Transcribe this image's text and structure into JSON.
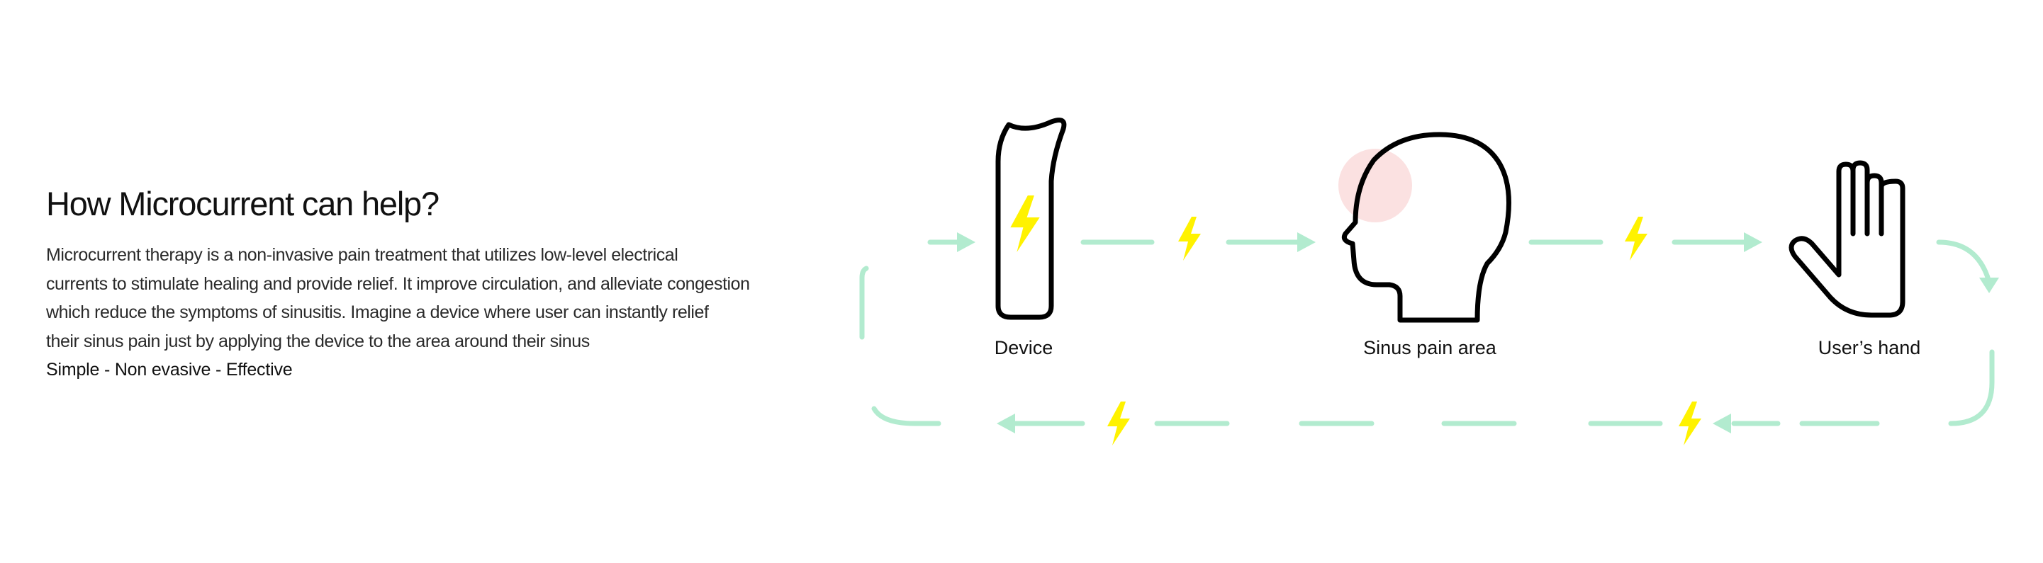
{
  "heading": "How Microcurrent can help?",
  "description_lines": [
    "Microcurrent therapy is a non-invasive pain treatment that utilizes low-level electrical",
    "currents to stimulate healing and provide relief. It improve circulation, and alleviate congestion",
    "which reduce the symptoms of sinusitis. Imagine a device where user can instantly relief",
    "their sinus pain just by applying the device to the area around their sinus"
  ],
  "tagline": "Simple - Non evasive - Effective",
  "nodes": [
    {
      "label": "Device",
      "icon": "device-icon"
    },
    {
      "label": "Sinus pain area",
      "icon": "head-profile-icon"
    },
    {
      "label": "User’s hand",
      "icon": "hand-icon"
    }
  ],
  "colors": {
    "flow": "#b2ebcf",
    "lightning": "#fff200",
    "outline": "#000000",
    "pain_highlight": "#fbe1e1"
  },
  "icons": [
    "lightning-icon",
    "arrow-icon"
  ]
}
